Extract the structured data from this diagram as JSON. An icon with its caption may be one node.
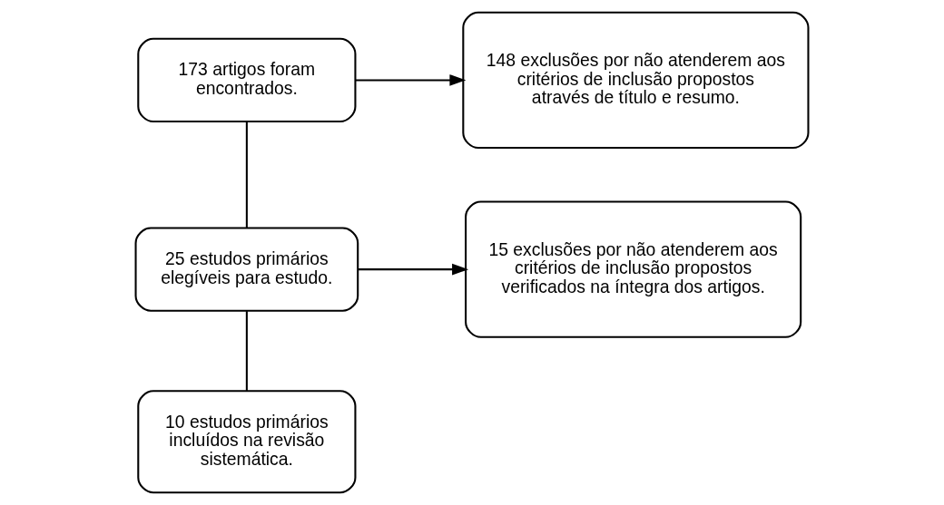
{
  "diagram": {
    "nodes": [
      {
        "text": [
          "173 artigos foram encontrados."
        ]
      },
      {
        "text": [
          "148 exclusões por não atenderem aos critérios de inclusão propostos através de título e resumo."
        ]
      },
      {
        "text": [
          "25 estudos primários elegíveis para estudo."
        ]
      },
      {
        "text": [
          "15 exclusões por não atenderem aos critérios de inclusão propostos verificados na íntegra dos artigos."
        ]
      },
      {
        "text": [
          "10 estudos primários incluídos na revisão sistemática."
        ]
      }
    ],
    "edges": [
      {
        "from": 0,
        "to": 2,
        "arrow": "none"
      },
      {
        "from": 0,
        "to": 1,
        "arrow": "to"
      },
      {
        "from": 2,
        "to": 3,
        "arrow": "to"
      },
      {
        "from": 2,
        "to": 4,
        "arrow": "none"
      }
    ]
  }
}
